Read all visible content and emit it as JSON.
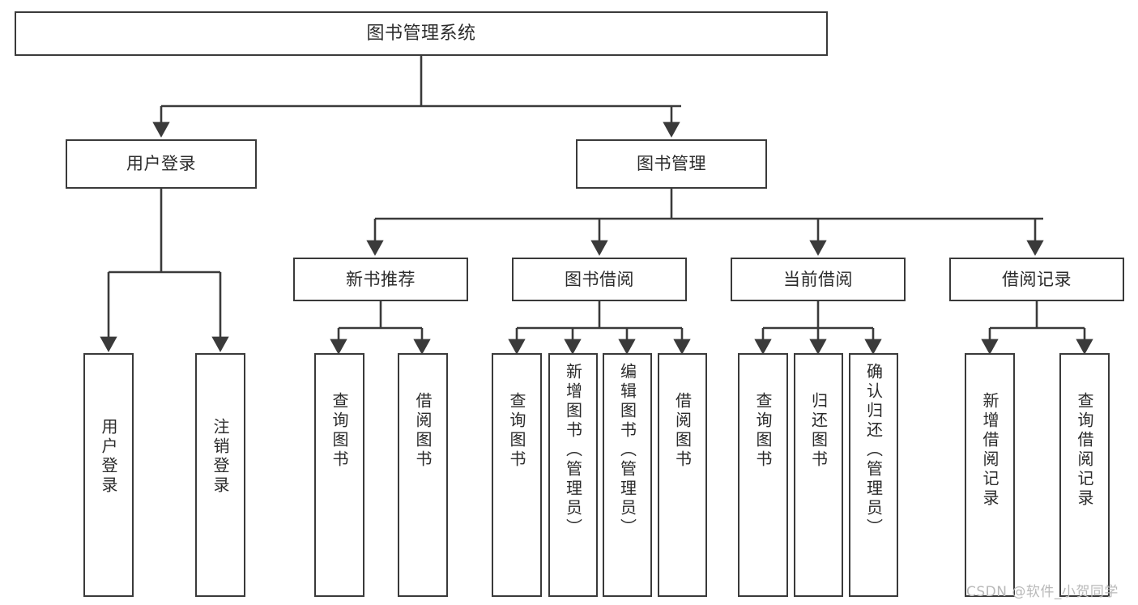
{
  "diagram": {
    "title": "图书管理系统",
    "type": "tree",
    "colors": {
      "box_border": "#3a3a3a",
      "box_fill": "#ffffff",
      "text": "#2b2b2b",
      "edge": "#3a3a3a",
      "watermark": "#b9b9b9",
      "background": "#ffffff"
    },
    "watermark": "CSDN @软件_小贺同学",
    "nodes": {
      "root": {
        "label": "图书管理系统"
      },
      "level2": [
        {
          "id": "user-login",
          "label": "用户登录"
        },
        {
          "id": "book-manage",
          "label": "图书管理"
        }
      ],
      "level3": [
        {
          "id": "new-book-rec",
          "label": "新书推荐"
        },
        {
          "id": "book-borrow",
          "label": "图书借阅"
        },
        {
          "id": "current-borrow",
          "label": "当前借阅"
        },
        {
          "id": "borrow-record",
          "label": "借阅记录"
        }
      ],
      "leaves": {
        "user-login": [
          {
            "id": "leaf-user-login",
            "label": "用户登录"
          },
          {
            "id": "leaf-logout",
            "label": "注销登录"
          }
        ],
        "new-book-rec": [
          {
            "id": "leaf-query-book-1",
            "label": "查询图书"
          },
          {
            "id": "leaf-borrow-book-1",
            "label": "借阅图书"
          }
        ],
        "book-borrow": [
          {
            "id": "leaf-query-book-2",
            "label": "查询图书"
          },
          {
            "id": "leaf-add-book",
            "label": "新增图书（管理员）"
          },
          {
            "id": "leaf-edit-book",
            "label": "编辑图书（管理员）"
          },
          {
            "id": "leaf-borrow-book-2",
            "label": "借阅图书"
          }
        ],
        "current-borrow": [
          {
            "id": "leaf-query-book-3",
            "label": "查询图书"
          },
          {
            "id": "leaf-return-book",
            "label": "归还图书"
          },
          {
            "id": "leaf-confirm-return",
            "label": "确认归还（管理员）"
          }
        ],
        "borrow-record": [
          {
            "id": "leaf-add-record",
            "label": "新增借阅记录"
          },
          {
            "id": "leaf-query-record",
            "label": "查询借阅记录"
          }
        ]
      }
    }
  }
}
